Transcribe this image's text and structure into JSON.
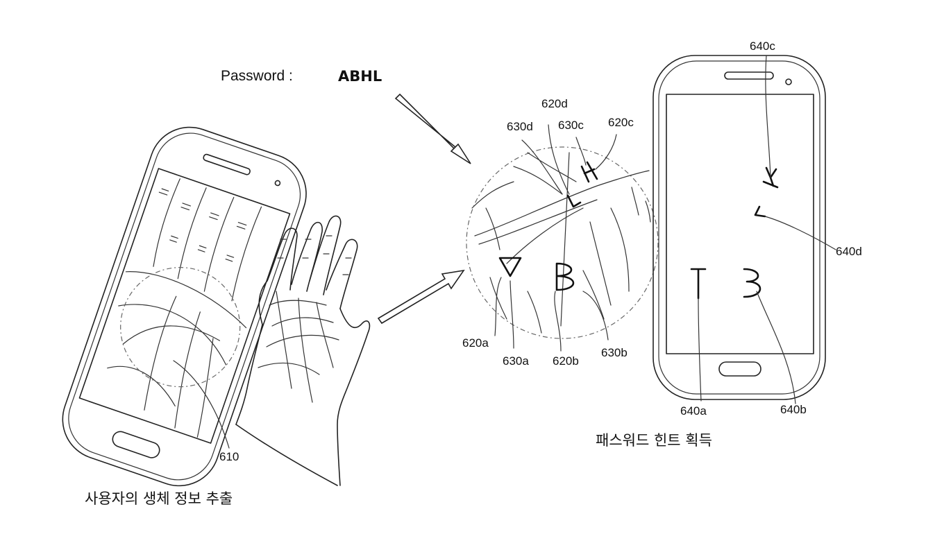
{
  "password": {
    "label": "Password :",
    "value": "ABHL"
  },
  "captions": {
    "left": "사용자의 생체 정보 추출",
    "right": "패스워드 힌트 획득"
  },
  "labels": {
    "l610": "610",
    "l620a": "620a",
    "l620b": "620b",
    "l620c": "620c",
    "l620d": "620d",
    "l630a": "630a",
    "l630b": "630b",
    "l630c": "630c",
    "l630d": "630d",
    "l640a": "640a",
    "l640b": "640b",
    "l640c": "640c",
    "l640d": "640d"
  }
}
